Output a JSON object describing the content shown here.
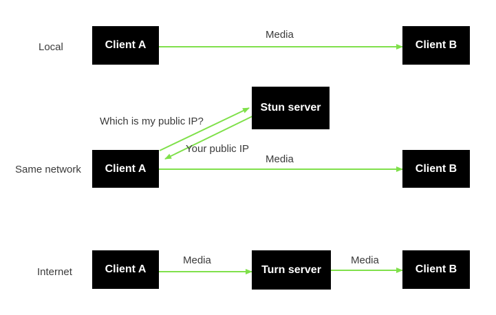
{
  "colors": {
    "edge": "#7fe04a",
    "node_fill": "#000000",
    "node_text": "#ffffff",
    "label_text": "#3a3a3a"
  },
  "rows": {
    "local": {
      "label": "Local",
      "client_a": "Client A",
      "client_b": "Client B",
      "media": "Media"
    },
    "same_network": {
      "label": "Same network",
      "client_a": "Client A",
      "client_b": "Client B",
      "stun_server": "Stun server",
      "request": "Which is my public IP?",
      "response": "Your public IP",
      "media": "Media"
    },
    "internet": {
      "label": "Internet",
      "client_a": "Client A",
      "client_b": "Client B",
      "turn_server": "Turn server",
      "media_in": "Media",
      "media_out": "Media"
    }
  }
}
